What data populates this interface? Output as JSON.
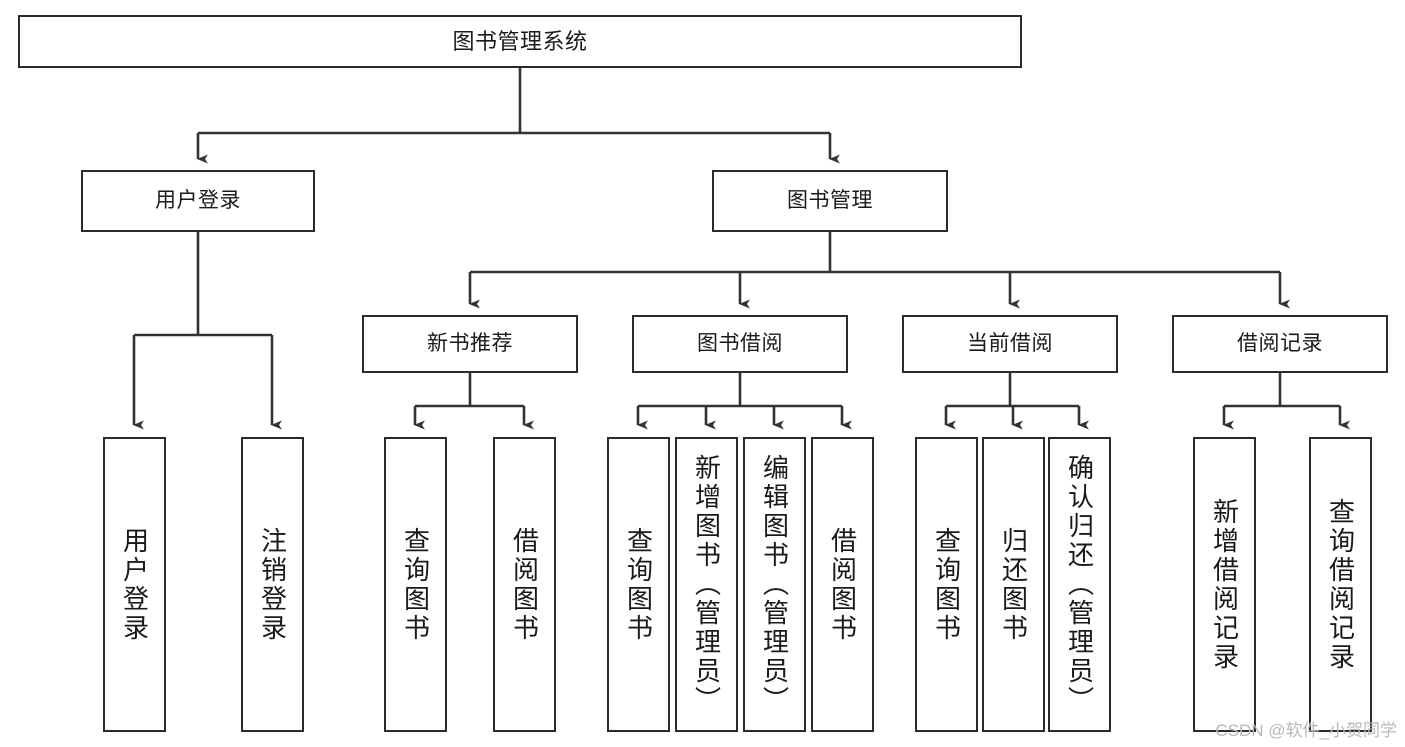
{
  "diagram": {
    "title": "图书管理系统",
    "type": "hierarchy-tree",
    "colors": {
      "box_border": "#2b2b2b",
      "box_fill": "#ffffff",
      "connector": "#333333",
      "text": "#1a1a1a",
      "watermark": "#b9b9b9"
    },
    "levels": {
      "root": {
        "label": "图书管理系统"
      },
      "level2": [
        {
          "label": "用户登录"
        },
        {
          "label": "图书管理"
        }
      ],
      "level3": [
        {
          "label": "新书推荐"
        },
        {
          "label": "图书借阅"
        },
        {
          "label": "当前借阅"
        },
        {
          "label": "借阅记录"
        }
      ],
      "leaves": {
        "user_login": [
          {
            "label": "用户登录"
          },
          {
            "label": "注销登录"
          }
        ],
        "new_book_recommend": [
          {
            "label": "查询图书"
          },
          {
            "label": "借阅图书"
          }
        ],
        "book_borrow": [
          {
            "label": "查询图书"
          },
          {
            "label": "新增图书（管理员）"
          },
          {
            "label": "编辑图书（管理员）"
          },
          {
            "label": "借阅图书"
          }
        ],
        "current_borrow": [
          {
            "label": "查询图书"
          },
          {
            "label": "归还图书"
          },
          {
            "label": "确认归还（管理员）"
          }
        ],
        "borrow_record": [
          {
            "label": "新增借阅记录"
          },
          {
            "label": "查询借阅记录"
          }
        ]
      }
    },
    "watermark": "CSDN @软件_小贺同学"
  }
}
